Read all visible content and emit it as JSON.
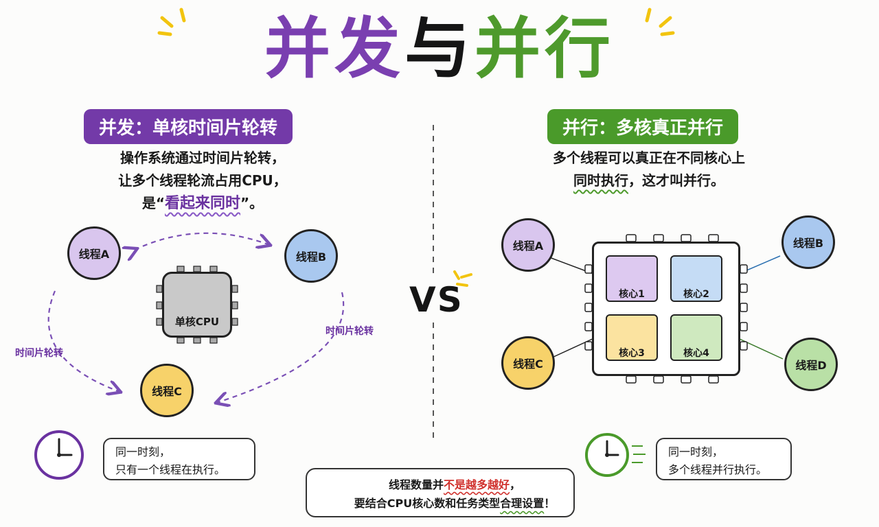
{
  "title": {
    "part1": "并发",
    "part2": "与",
    "part3": "并行"
  },
  "concurrency": {
    "pill": "并发：单核时间片轮转",
    "desc_line1": "操作系统通过时间片轮转，",
    "desc_line2": "让多个线程轮流占用CPU，",
    "desc_line3_pre": "是“",
    "desc_line3_em": "看起来同时",
    "desc_line3_post": "”。",
    "threads": [
      "线程A",
      "线程B",
      "线程C"
    ],
    "cpu_label": "单核CPU",
    "rotation_label": "时间片轮转",
    "bubble_line1": "同一时刻，",
    "bubble_line2": "只有一个线程在执行。"
  },
  "vs": "VS",
  "parallelism": {
    "pill": "并行：多核真正并行",
    "desc_line1": "多个线程可以真正在不同核心上",
    "desc_line2_em": "同时执行",
    "desc_line2_post": "，这才叫并行。",
    "threads": [
      "线程A",
      "线程B",
      "线程C",
      "线程D"
    ],
    "cores": [
      "核心1",
      "核心2",
      "核心3",
      "核心4"
    ],
    "bubble_line1": "同一时刻，",
    "bubble_line2": "多个线程并行执行。"
  },
  "tip": {
    "line1_pre": "线程数量并",
    "line1_em": "不是越多越好",
    "line1_post": "，",
    "line2_pre": "要结合CPU核心数和任务类型",
    "line2_em": "合理设置",
    "line2_post": "！"
  },
  "colors": {
    "purple": "#733aa8",
    "green": "#4a9a2a",
    "thread_purple": "#d9c6ee",
    "thread_blue": "#a9c8ef",
    "thread_yellow": "#f7d26a",
    "thread_green": "#b9e0a6"
  }
}
